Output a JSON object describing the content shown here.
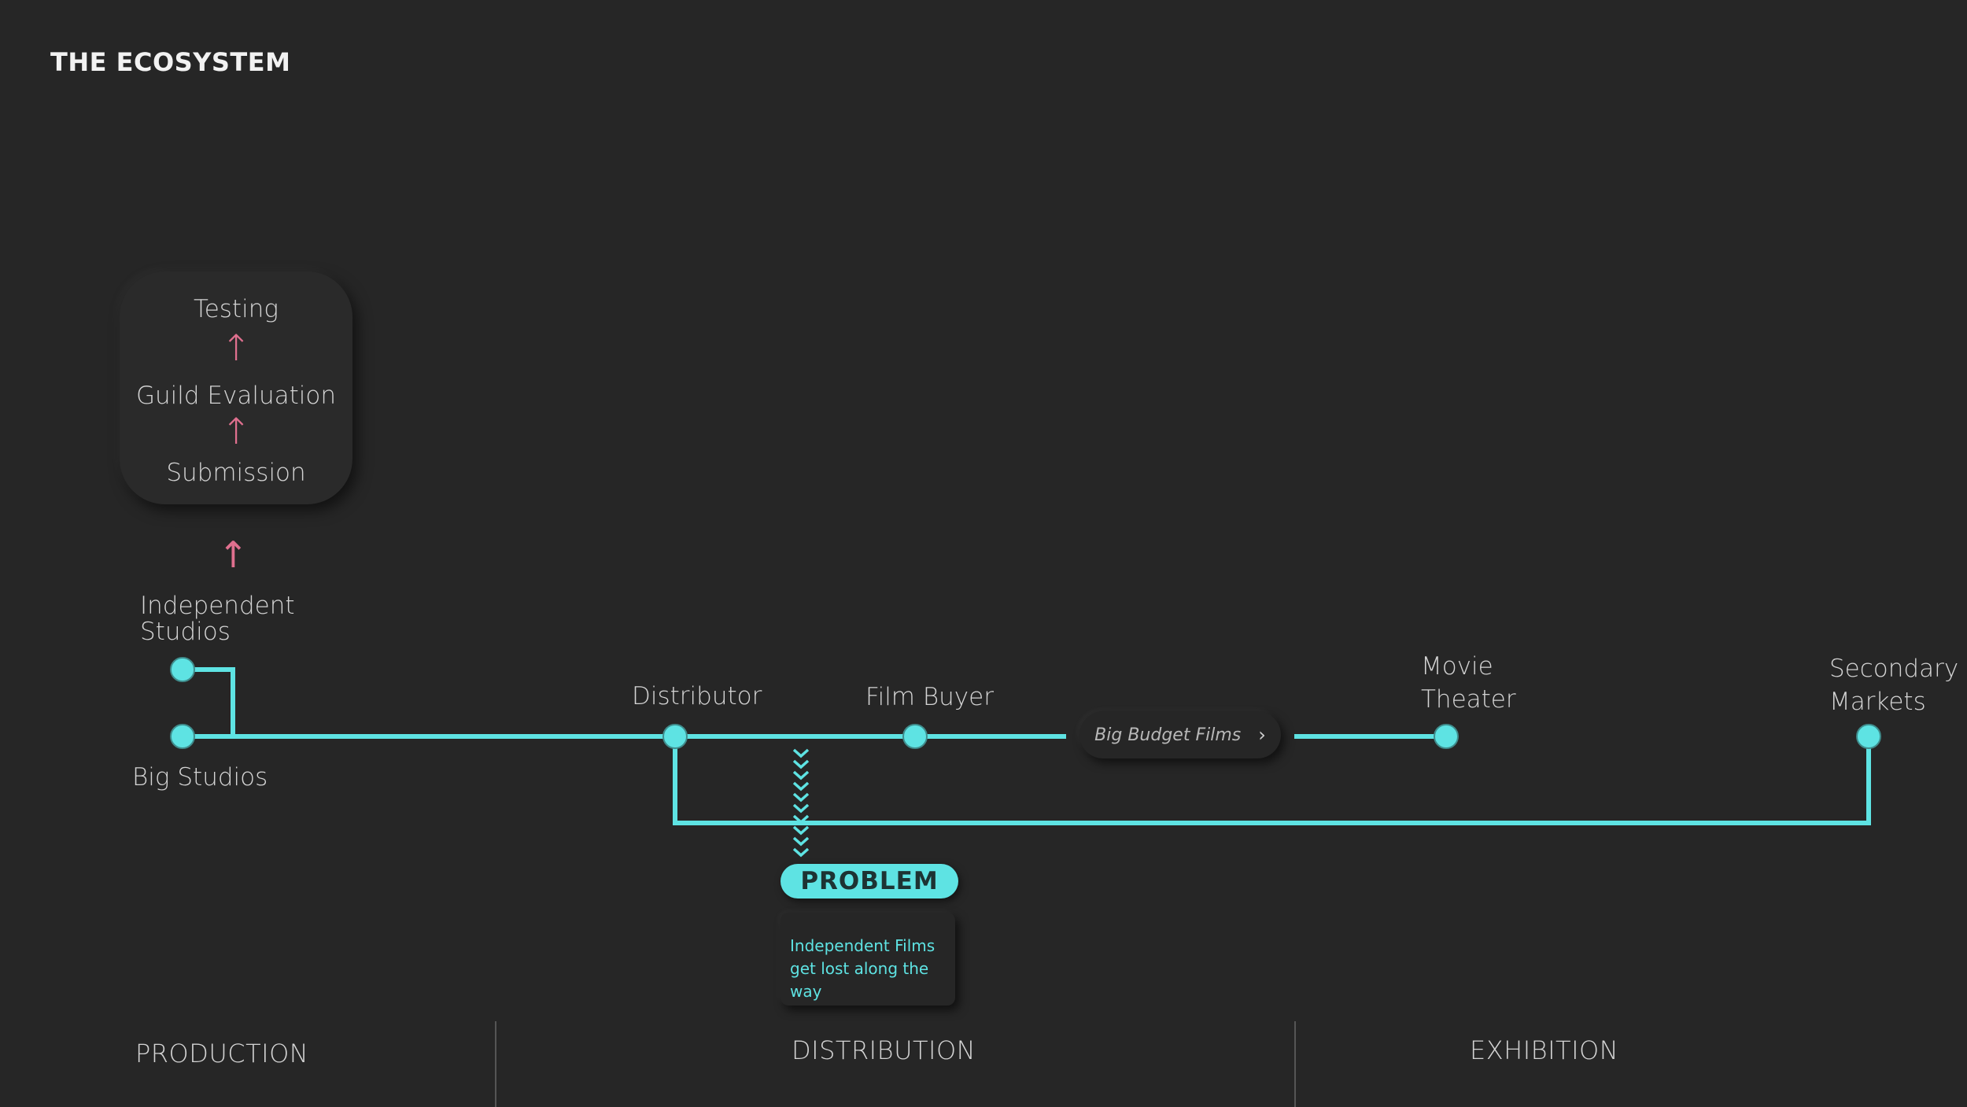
{
  "title": "THE ECOSYSTEM",
  "stages": [
    "Testing",
    "Guild Evaluation",
    "Submission"
  ],
  "nodes": {
    "independent_studios": [
      "Independent",
      "Studios"
    ],
    "big_studios": "Big Studios",
    "distributor": "Distributor",
    "film_buyer": "Film Buyer",
    "movie_theater": [
      "Movie",
      "Theater"
    ],
    "secondary_markets": [
      "Secondary",
      "Markets"
    ]
  },
  "pill": {
    "label": "Big Budget Films",
    "icon": "chevron-right-icon"
  },
  "problem": {
    "badge": "PROBLEM",
    "lines": [
      "Independent Films",
      "get lost along the way"
    ]
  },
  "phases": [
    "PRODUCTION",
    "DISTRIBUTION",
    "EXHIBITION"
  ],
  "colors": {
    "line": "#5ee3e3",
    "arrow": "#e0708f",
    "background": "#262626"
  }
}
